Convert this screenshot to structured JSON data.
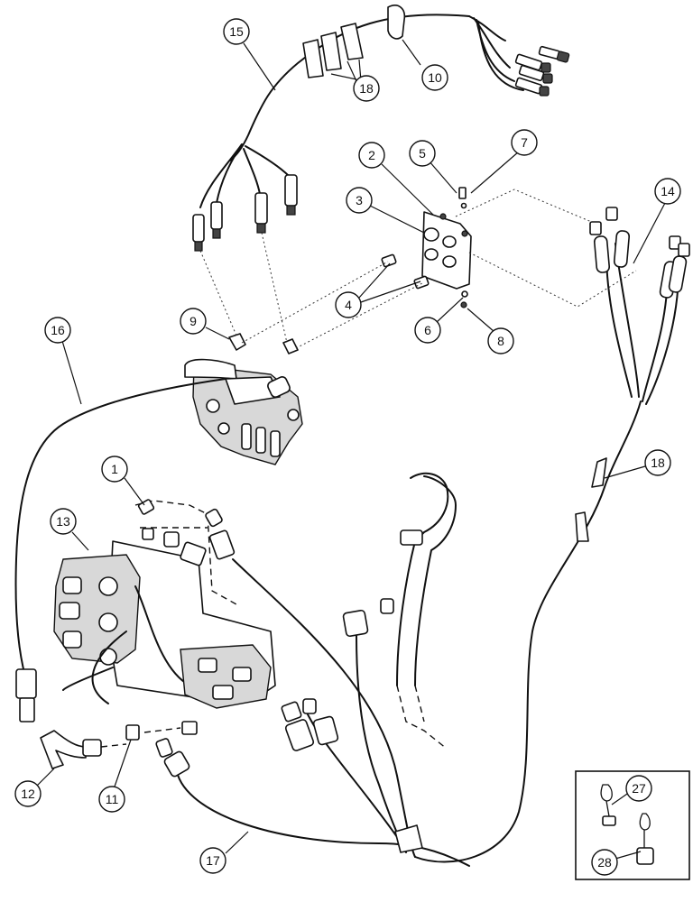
{
  "callouts": {
    "c1": "1",
    "c2": "2",
    "c3": "3",
    "c4": "4",
    "c5": "5",
    "c6": "6",
    "c7": "7",
    "c8": "8",
    "c9": "9",
    "c10": "10",
    "c11": "11",
    "c12": "12",
    "c13": "13",
    "c14": "14",
    "c15": "15",
    "c16": "16",
    "c17": "17",
    "c18a": "18",
    "c18b": "18",
    "c27": "27",
    "c28": "28"
  }
}
